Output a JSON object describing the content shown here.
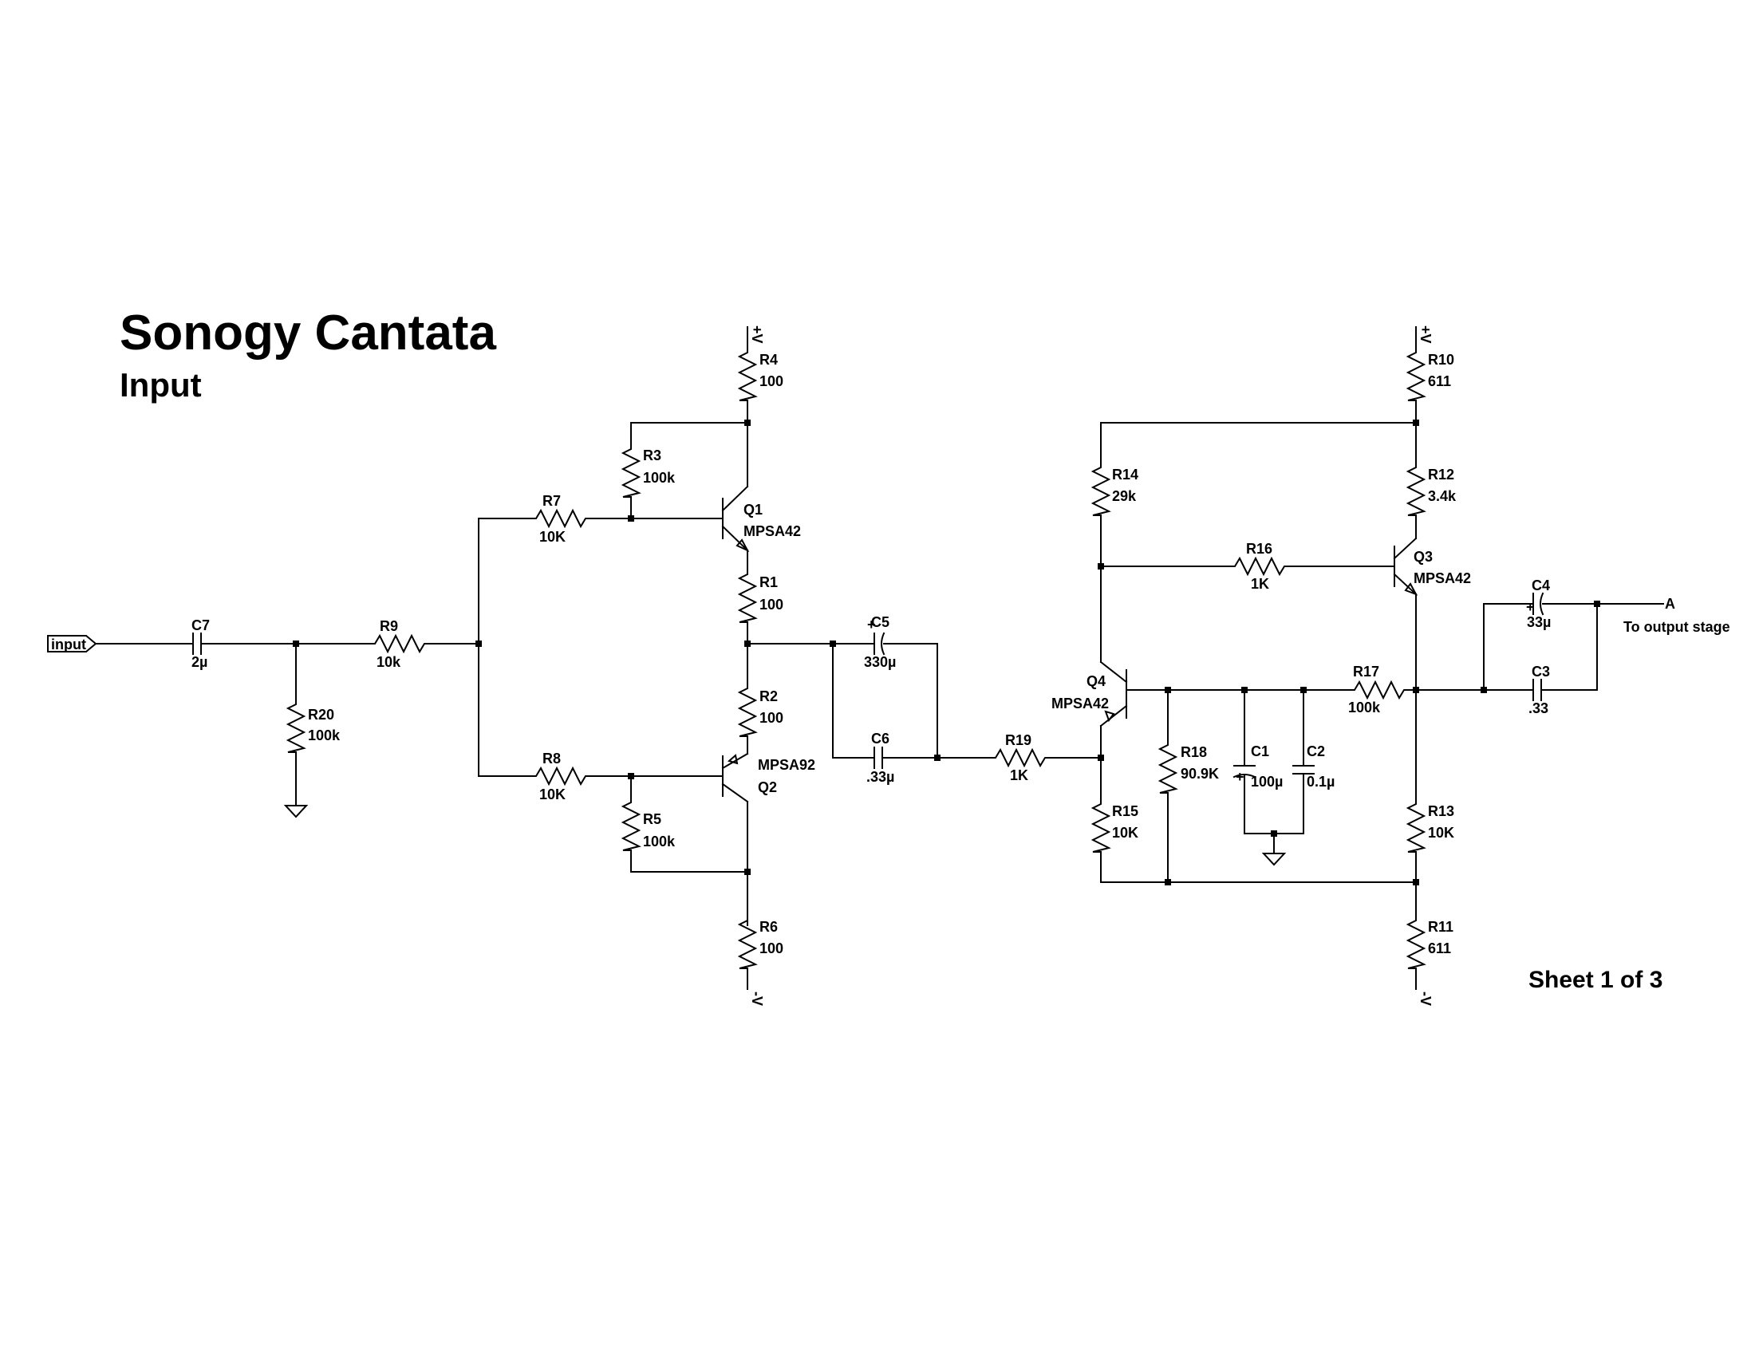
{
  "title": "Sonogy Cantata",
  "subtitle": "Input",
  "sheet": "Sheet 1 of 3",
  "input_port": "input",
  "output_port": {
    "name": "A",
    "note": "To output stage"
  },
  "supply": {
    "pos": "+V",
    "neg": "-V"
  },
  "components": {
    "C7": {
      "ref": "C7",
      "value": "2µ"
    },
    "R9": {
      "ref": "R9",
      "value": "10k"
    },
    "R20": {
      "ref": "R20",
      "value": "100k"
    },
    "R7": {
      "ref": "R7",
      "value": "10K"
    },
    "R8": {
      "ref": "R8",
      "value": "10K"
    },
    "R3": {
      "ref": "R3",
      "value": "100k"
    },
    "R5": {
      "ref": "R5",
      "value": "100k"
    },
    "R4": {
      "ref": "R4",
      "value": "100"
    },
    "R1": {
      "ref": "R1",
      "value": "100"
    },
    "R2": {
      "ref": "R2",
      "value": "100"
    },
    "R6": {
      "ref": "R6",
      "value": "100"
    },
    "Q1": {
      "ref": "Q1",
      "value": "MPSA42"
    },
    "Q2": {
      "ref": "Q2",
      "value": "MPSA92"
    },
    "C5": {
      "ref": "C5",
      "value": "330µ"
    },
    "C6": {
      "ref": "C6",
      "value": ".33µ"
    },
    "R19": {
      "ref": "R19",
      "value": "1K"
    },
    "Q4": {
      "ref": "Q4",
      "value": "MPSA42"
    },
    "R14": {
      "ref": "R14",
      "value": "29k"
    },
    "R15": {
      "ref": "R15",
      "value": "10K"
    },
    "R16": {
      "ref": "R16",
      "value": "1K"
    },
    "R18": {
      "ref": "R18",
      "value": "90.9K"
    },
    "C1": {
      "ref": "C1",
      "value": "100µ"
    },
    "C2": {
      "ref": "C2",
      "value": "0.1µ"
    },
    "R17": {
      "ref": "R17",
      "value": "100k"
    },
    "R10": {
      "ref": "R10",
      "value": "611"
    },
    "R12": {
      "ref": "R12",
      "value": "3.4k"
    },
    "Q3": {
      "ref": "Q3",
      "value": "MPSA42"
    },
    "R13": {
      "ref": "R13",
      "value": "10K"
    },
    "R11": {
      "ref": "R11",
      "value": "611"
    },
    "C4": {
      "ref": "C4",
      "value": "33µ"
    },
    "C3": {
      "ref": "C3",
      "value": ".33"
    }
  }
}
